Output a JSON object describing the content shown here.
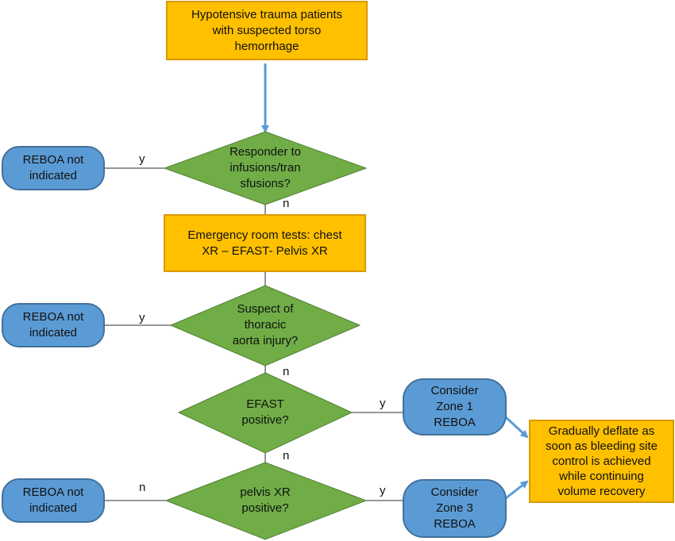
{
  "colors": {
    "process_fill": "#FFC000",
    "decision_fill": "#70AD47",
    "terminal_fill": "#5B9BD5",
    "arrow": "#5B9BD5",
    "line": "#595959"
  },
  "nodes": {
    "start": "Hypotensive trauma patients\nwith suspected torso\nhemorrhage",
    "d1": "Responder to\ninfusions/tran\nsfusions?",
    "er_tests": "Emergency room tests: chest\nXR – EFAST- Pelvis XR",
    "d2": "Suspect of\nthoracic\naorta injury?",
    "d3": "EFAST\npositive?",
    "d4": "pelvis XR\npositive?",
    "reboa_not_1": "REBOA not\nindicated",
    "reboa_not_2": "REBOA not\nindicated",
    "reboa_not_3": "REBOA not\nindicated",
    "zone1": "Consider\nZone 1\nREBOA",
    "zone3": "Consider\nZone 3\nREBOA",
    "deflate": "Gradually deflate as\nsoon as bleeding site\ncontrol is achieved\nwhile continuing\nvolume recovery"
  },
  "edge_labels": {
    "d1_yes": "y",
    "d1_no": "n",
    "d2_yes": "y",
    "d2_no": "n",
    "d3_yes": "y",
    "d3_no": "n",
    "d4_no": "n",
    "d4_yes": "y"
  }
}
